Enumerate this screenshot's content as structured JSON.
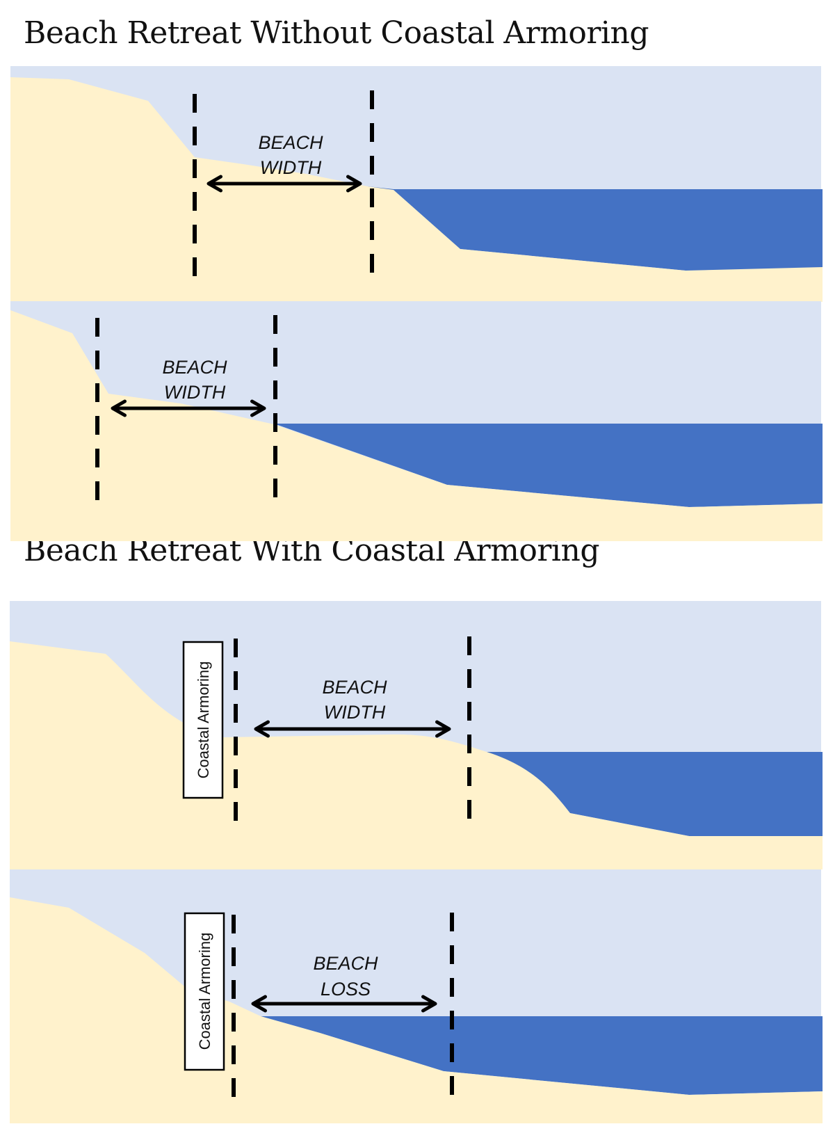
{
  "titles": {
    "without": "Beach Retreat Without Coastal Armoring",
    "with": "Beach Retreat With Coastal Armoring"
  },
  "colors": {
    "sky": "#DAE3F3",
    "sand": "#FFF2CC",
    "water": "#4472C4",
    "line": "#000000"
  },
  "panels": [
    {
      "id": "without-before",
      "label_line1": "BEACH",
      "label_line2": "WIDTH",
      "armoring": null
    },
    {
      "id": "without-after",
      "label_line1": "BEACH",
      "label_line2": "WIDTH",
      "armoring": null
    },
    {
      "id": "with-before",
      "label_line1": "BEACH",
      "label_line2": "WIDTH",
      "armoring": "Coastal Armoring"
    },
    {
      "id": "with-after",
      "label_line1": "BEACH",
      "label_line2": "LOSS",
      "armoring": "Coastal Armoring"
    }
  ]
}
